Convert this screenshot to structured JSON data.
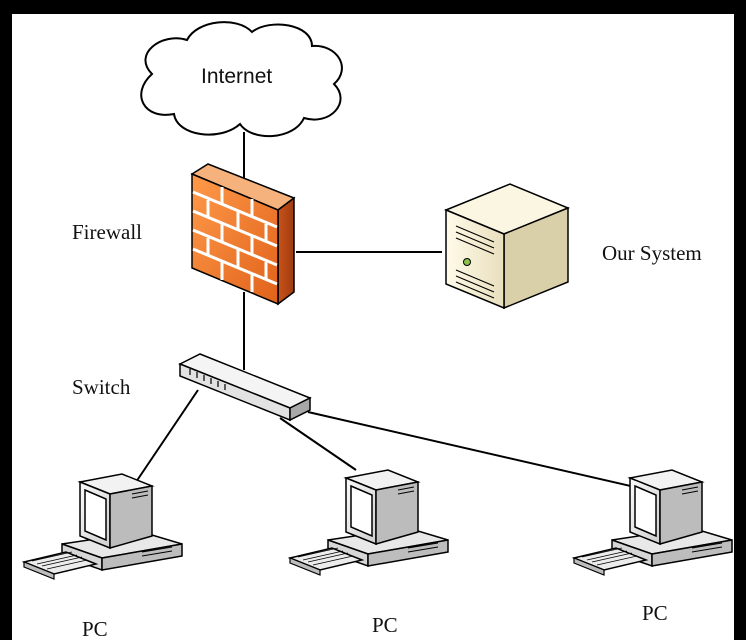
{
  "diagram": {
    "nodes": {
      "internet": {
        "label": "Internet",
        "icon": "cloud-icon"
      },
      "firewall": {
        "label": "Firewall",
        "icon": "brick-firewall-icon"
      },
      "system": {
        "label": "Our System",
        "icon": "server-tower-icon"
      },
      "switch": {
        "label": "Switch",
        "icon": "network-switch-icon"
      },
      "pcs": [
        {
          "label": "PC",
          "icon": "desktop-computer-icon"
        },
        {
          "label": "PC",
          "icon": "desktop-computer-icon"
        },
        {
          "label": "PC",
          "icon": "desktop-computer-icon"
        }
      ]
    },
    "colors": {
      "firewall": "#f07a28",
      "firewall_mortar": "#ffffff",
      "server_body": "#f3ecd2",
      "line": "#000000"
    }
  }
}
